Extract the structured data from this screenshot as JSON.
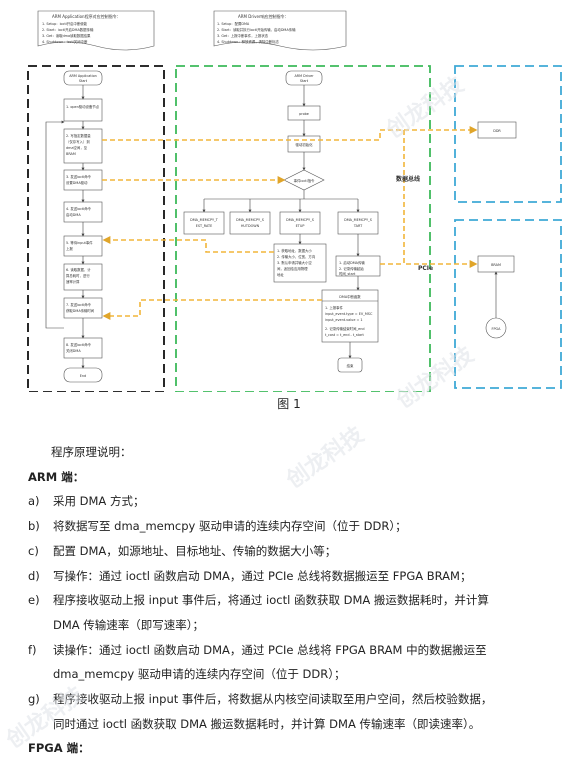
{
  "notes": {
    "arm_note": {
      "title": "ARM Application程序对应控制指令：",
      "lines": [
        "1. Setup：ioctl开启中断使能",
        "2. Start：ioctl开启DMA数据传输",
        "3. Get：读取dma读取数据结果",
        "4. Shutdown：ioctl关闭中断"
      ]
    },
    "driver_note": {
      "title": "ARM Driver响应控制指令：",
      "lines": [
        "1. Setup：配置DMA",
        "2. Start：读取并执行ioctl开始传输，启动DMA传输",
        "3. Get：上报中断事件，上报状态",
        "4. Shutdown：释放资源，清除中断标志"
      ]
    }
  },
  "arm": {
    "start": "ARM Application Start",
    "steps": [
      "1. open驱动设备节点",
      "2. 写指定数据量（仅存写入）到dma空间，至BRAM",
      "3. 发送ioctl命令设置DMA驱动",
      "4. 发送ioctl命令启动DMA",
      "5. 等待input事件上报",
      "6. 读取数据，计算总耗时，进行速率计算",
      "7. 发送ioctl命令获取DMA传输时间",
      "8. 发送ioctl命令关闭DMA"
    ],
    "end": "End"
  },
  "driver": {
    "start": "ARM Driver Start",
    "probe": "probe",
    "init": "驱动初始化",
    "dispatch": "事件ioctl指令",
    "ops": [
      "DMA_MEMCPY_TEST_RATE",
      "DMA_MEMCPY_SHUTDOWN",
      "DMA_MEMCPY_SETUP",
      "DMA_MEMCPY_START"
    ],
    "setup_detail": [
      "1. 获取地址，数据大小",
      "2. 申请连续内存空间",
      "3. 配置DMA通道地址"
    ],
    "start_detail": [
      "1. 启动DMA传输",
      "2. 记录开始时间"
    ],
    "irq_title": "DMA中断函数",
    "irq_detail": [
      "1. 上报事件",
      "input_event.type = EV_MSC",
      "input_event.value = 1",
      "2. 记录传输结束时间，end",
      "t_cost = t_end - t_start"
    ],
    "end": "结束"
  },
  "ddr": "DDR",
  "bram": "BRAM",
  "fpga": "FPGA",
  "bus_label": "数据总线",
  "pcie_label": "PCIe",
  "figure_caption": "图 1",
  "text": {
    "intro": "程序原理说明：",
    "arm_heading": "ARM 端：",
    "items": [
      {
        "key": "a)",
        "text": "采用 DMA 方式；"
      },
      {
        "key": "b)",
        "text": "将数据写至 dma_memcpy 驱动申请的连续内存空间（位于 DDR）；"
      },
      {
        "key": "c)",
        "text": "配置 DMA，如源地址、目标地址、传输的数据大小等；"
      },
      {
        "key": "d)",
        "text": "写操作：通过 ioctl 函数启动 DMA，通过 PCIe 总线将数据搬运至 FPGA BRAM；"
      },
      {
        "key": "e)",
        "text": "程序接收驱动上报 input 事件后，将通过 ioctl 函数获取 DMA 搬运数据耗时，并计算",
        "cont": "DMA 传输速率（即写速率）；"
      },
      {
        "key": "f)",
        "text": "读操作：通过 ioctl 函数启动 DMA，通过 PCIe 总线将 FPGA BRAM 中的数据搬运至",
        "cont": "dma_memcpy 驱动申请的连续内存空间（位于 DDR）；"
      },
      {
        "key": "g)",
        "text": "程序接收驱动上报 input 事件后，将数据从内核空间读取至用户空间，然后校验数据，",
        "cont": "同时通过 ioctl 函数获取 DMA 搬运数据耗时，并计算 DMA 传输速率（即读速率）。"
      }
    ],
    "fpga_heading": "FPGA 端："
  },
  "watermark": "创龙科技"
}
